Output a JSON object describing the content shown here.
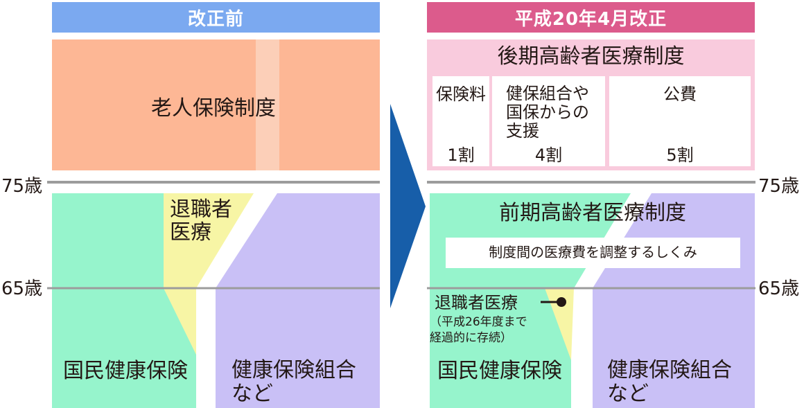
{
  "before": {
    "header": "改正前",
    "elderly_system": "老人保険制度",
    "retiree_medical": "退職者\n医療",
    "national_health": "国民健康保険",
    "health_insurance": "健康保険組合\nなど"
  },
  "after": {
    "header": "平成20年4月改正",
    "late_stage_system": "後期高齢者医療制度",
    "premium_label": "保険料",
    "premium_share": "1割",
    "support_label": "健保組合や\n国保からの\n支援",
    "support_share": "4割",
    "public_label": "公費",
    "public_share": "5割",
    "early_stage_system": "前期高齢者医療制度",
    "adjustment": "制度間の医療費を調整するしくみ",
    "retiree_medical": "退職者医療",
    "retiree_note": "（平成26年度まで\n経過的に存続）",
    "national_health": "国民健康保険",
    "health_insurance": "健康保険組合\nなど"
  },
  "ages": {
    "age75": "75歳",
    "age65": "65歳"
  },
  "colors": {
    "blue_header": "#7ba9f0",
    "pink_header": "#dc5b8c",
    "salmon": "#fdb795",
    "pale_pink": "#f9cbdd",
    "mint": "#96f4cc",
    "lavender": "#c9c0f6",
    "pale_yellow": "#f7f5a5",
    "arrow_blue": "#175ea9",
    "gray_line": "#9c9c9c"
  }
}
